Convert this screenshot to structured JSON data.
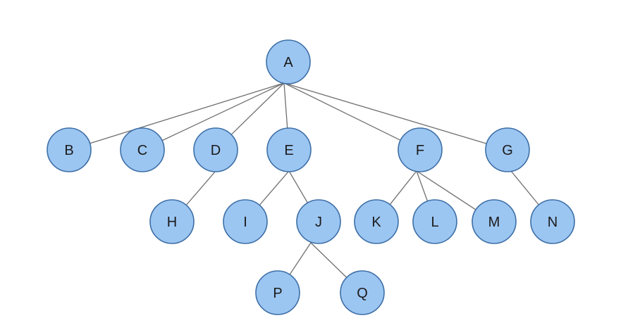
{
  "diagram": {
    "colors": {
      "node_fill": "#9cc6f2",
      "node_stroke": "#3d6fa6",
      "edge": "#6f6f6f",
      "label": "#1a1a1a"
    },
    "nodes": [
      {
        "id": "A",
        "label": "A",
        "parent": null
      },
      {
        "id": "B",
        "label": "B",
        "parent": "A"
      },
      {
        "id": "C",
        "label": "C",
        "parent": "A"
      },
      {
        "id": "D",
        "label": "D",
        "parent": "A"
      },
      {
        "id": "E",
        "label": "E",
        "parent": "A"
      },
      {
        "id": "F",
        "label": "F",
        "parent": "A"
      },
      {
        "id": "G",
        "label": "G",
        "parent": "A"
      },
      {
        "id": "H",
        "label": "H",
        "parent": "D"
      },
      {
        "id": "I",
        "label": "I",
        "parent": "E"
      },
      {
        "id": "J",
        "label": "J",
        "parent": "E"
      },
      {
        "id": "K",
        "label": "K",
        "parent": "F"
      },
      {
        "id": "L",
        "label": "L",
        "parent": "F"
      },
      {
        "id": "M",
        "label": "M",
        "parent": "F"
      },
      {
        "id": "N",
        "label": "N",
        "parent": "G"
      },
      {
        "id": "P",
        "label": "P",
        "parent": "J"
      },
      {
        "id": "Q",
        "label": "Q",
        "parent": "J"
      }
    ]
  }
}
